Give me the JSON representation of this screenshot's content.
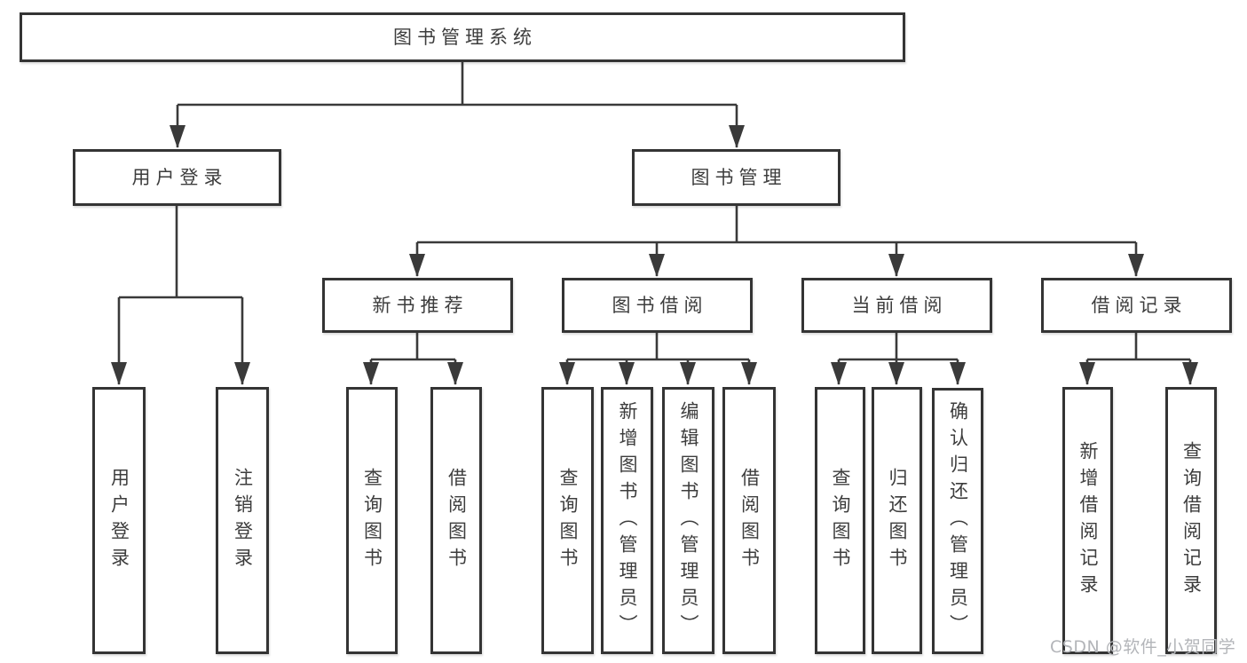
{
  "diagram": {
    "title": "图书管理系统",
    "branches": [
      {
        "label": "用户登录",
        "children": [
          "用户登录",
          "注销登录"
        ]
      },
      {
        "label": "图书管理",
        "sections": [
          {
            "label": "新书推荐",
            "children": [
              "查询图书",
              "借阅图书"
            ]
          },
          {
            "label": "图书借阅",
            "children": [
              "查询图书",
              "新增图书（管理员）",
              "编辑图书（管理员）",
              "借阅图书"
            ]
          },
          {
            "label": "当前借阅",
            "children": [
              "查询图书",
              "归还图书",
              "确认归还（管理员）"
            ]
          },
          {
            "label": "借阅记录",
            "children": [
              "新增借阅记录",
              "查询借阅记录"
            ]
          }
        ]
      }
    ]
  },
  "watermark": "CSDN @软件_小贺同学",
  "colors": {
    "line": "#3a3a3a",
    "text": "#3d3d3d",
    "box_border": "#343434",
    "background": "#ffffff",
    "watermark": "#b3b5b9"
  }
}
